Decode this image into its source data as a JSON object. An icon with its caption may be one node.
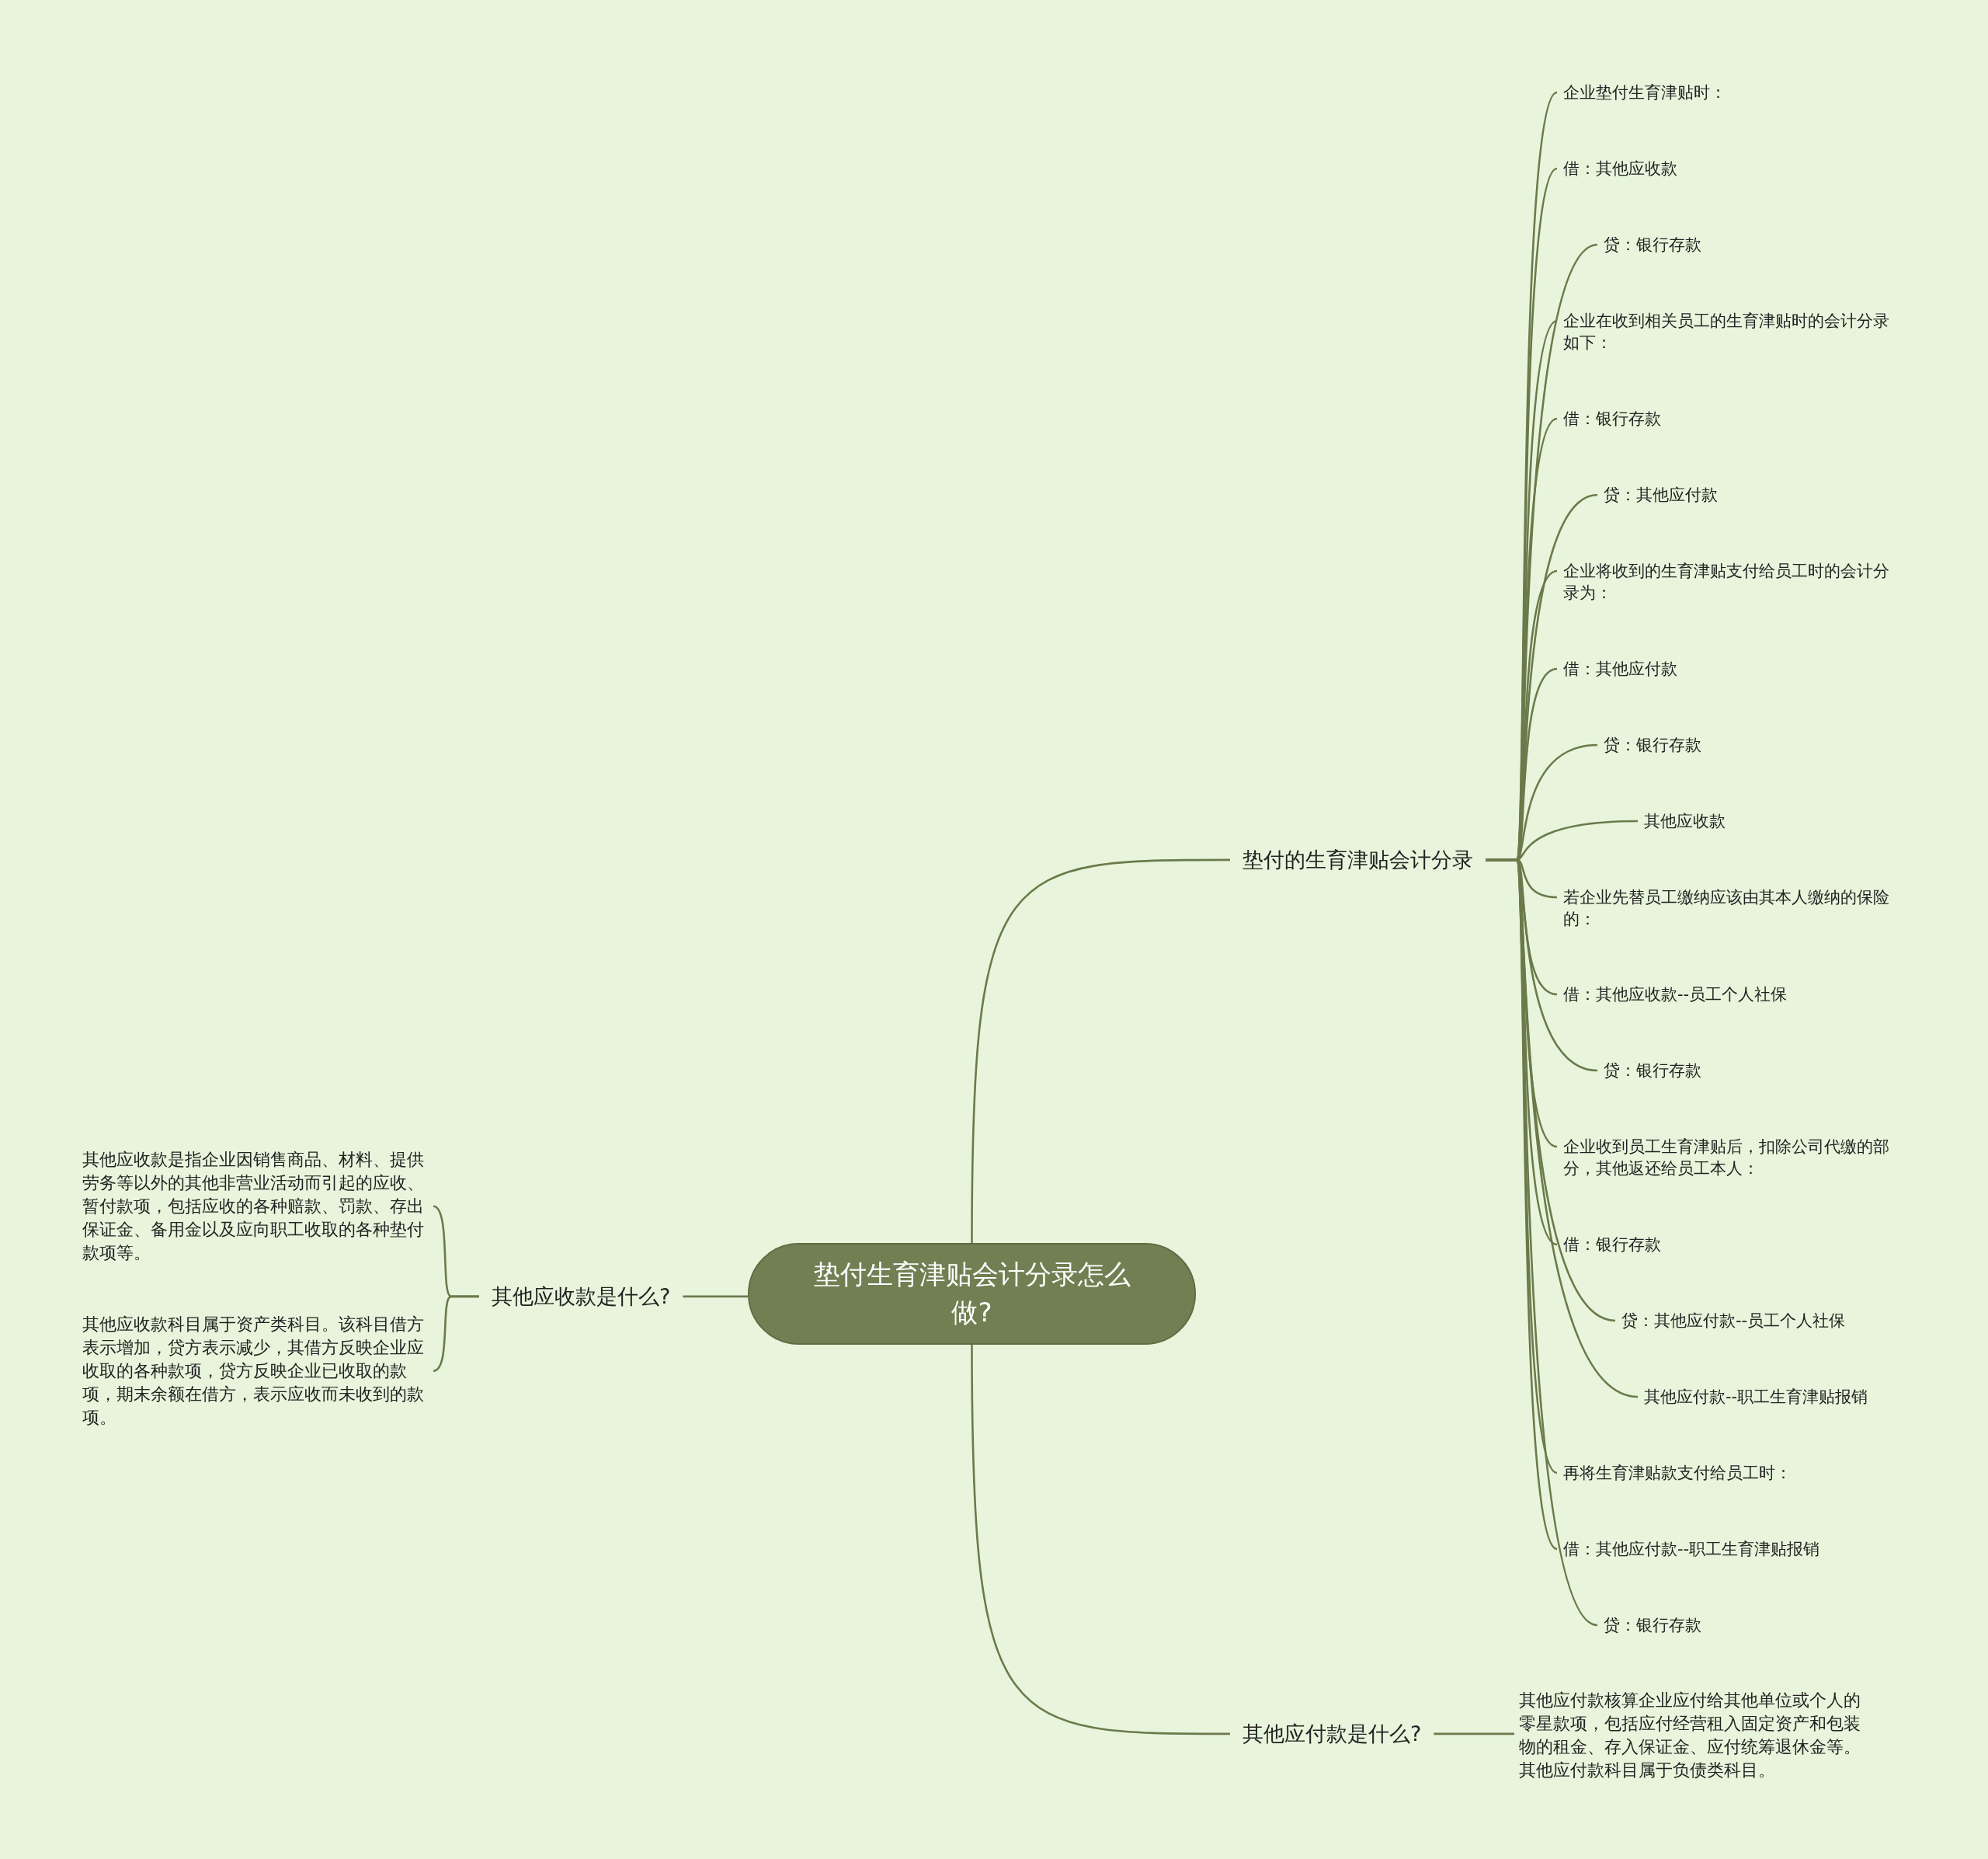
{
  "diagram": {
    "nodes": [
      {
        "text": [
          "垫付生育津贴会计分录怎么做?"
        ]
      },
      {
        "text": [
          "垫付的生育津贴会计分录"
        ]
      },
      {
        "text": [
          "企业垫付生育津贴时："
        ]
      },
      {
        "text": [
          "借：其他应收款"
        ]
      },
      {
        "text": [
          "贷：银行存款"
        ]
      },
      {
        "text": [
          "企业在收到相关员工的生育津贴时的会计分录如下："
        ]
      },
      {
        "text": [
          "借：银行存款"
        ]
      },
      {
        "text": [
          "贷：其他应付款"
        ]
      },
      {
        "text": [
          "企业将收到的生育津贴支付给员工时的会计分录为："
        ]
      },
      {
        "text": [
          "借：其他应付款"
        ]
      },
      {
        "text": [
          "贷：银行存款"
        ]
      },
      {
        "text": [
          "其他应收款"
        ]
      },
      {
        "text": [
          "若企业先替员工缴纳应该由其本人缴纳的保险的："
        ]
      },
      {
        "text": [
          "借：其他应收款--员工个人社保"
        ]
      },
      {
        "text": [
          "贷：银行存款"
        ]
      },
      {
        "text": [
          "企业收到员工生育津贴后，扣除公司代缴的部分，其他返还给员工本人："
        ]
      },
      {
        "text": [
          "借：银行存款"
        ]
      },
      {
        "text": [
          "贷：其他应付款--员工个人社保"
        ]
      },
      {
        "text": [
          "其他应付款--职工生育津贴报销"
        ]
      },
      {
        "text": [
          "再将生育津贴款支付给员工时："
        ]
      },
      {
        "text": [
          "借：其他应付款--职工生育津贴报销"
        ]
      },
      {
        "text": [
          "贷：银行存款"
        ]
      },
      {
        "text": [
          "其他应付款是什么?"
        ]
      },
      {
        "text": [
          "其他应付款核算企业应付给其他单位或个人的零星款项，包括应付经营租入固定资产和包装物的租金、存入保证金、应付统筹退休金等。其他应付款科目属于负债类科目。"
        ]
      },
      {
        "text": [
          "其他应收款是什么?"
        ]
      },
      {
        "text": [
          "其他应收款是指企业因销售商品、材料、提供劳务等以外的其他非营业活动而引起的应收、暂付款项，包括应收的各种赔款、罚款、存出保证金、备用金以及应向职工收取的各种垫付款项等。"
        ]
      },
      {
        "text": [
          "其他应收款科目属于资产类科目。该科目借方表示增加，贷方表示减少，其借方反映企业应收取的各种款项，贷方反映企业已收取的款项，期末余额在借方，表示应收而未收到的款项。"
        ]
      }
    ],
    "edges": [
      {
        "from": 0,
        "to": 1,
        "arrow": "none"
      },
      {
        "from": 1,
        "to": 2,
        "arrow": "none"
      },
      {
        "from": 1,
        "to": 3,
        "arrow": "none"
      },
      {
        "from": 1,
        "to": 4,
        "arrow": "none"
      },
      {
        "from": 1,
        "to": 5,
        "arrow": "none"
      },
      {
        "from": 1,
        "to": 6,
        "arrow": "none"
      },
      {
        "from": 1,
        "to": 7,
        "arrow": "none"
      },
      {
        "from": 1,
        "to": 8,
        "arrow": "none"
      },
      {
        "from": 1,
        "to": 9,
        "arrow": "none"
      },
      {
        "from": 1,
        "to": 10,
        "arrow": "none"
      },
      {
        "from": 1,
        "to": 11,
        "arrow": "none"
      },
      {
        "from": 1,
        "to": 12,
        "arrow": "none"
      },
      {
        "from": 1,
        "to": 13,
        "arrow": "none"
      },
      {
        "from": 1,
        "to": 14,
        "arrow": "none"
      },
      {
        "from": 1,
        "to": 15,
        "arrow": "none"
      },
      {
        "from": 1,
        "to": 16,
        "arrow": "none"
      },
      {
        "from": 1,
        "to": 17,
        "arrow": "none"
      },
      {
        "from": 1,
        "to": 18,
        "arrow": "none"
      },
      {
        "from": 1,
        "to": 19,
        "arrow": "none"
      },
      {
        "from": 1,
        "to": 20,
        "arrow": "none"
      },
      {
        "from": 1,
        "to": 21,
        "arrow": "none"
      },
      {
        "from": 0,
        "to": 22,
        "arrow": "none"
      },
      {
        "from": 22,
        "to": 23,
        "arrow": "none"
      },
      {
        "from": 0,
        "to": 24,
        "arrow": "none"
      },
      {
        "from": 24,
        "to": 25,
        "arrow": "none"
      },
      {
        "from": 24,
        "to": 26,
        "arrow": "none"
      }
    ]
  }
}
